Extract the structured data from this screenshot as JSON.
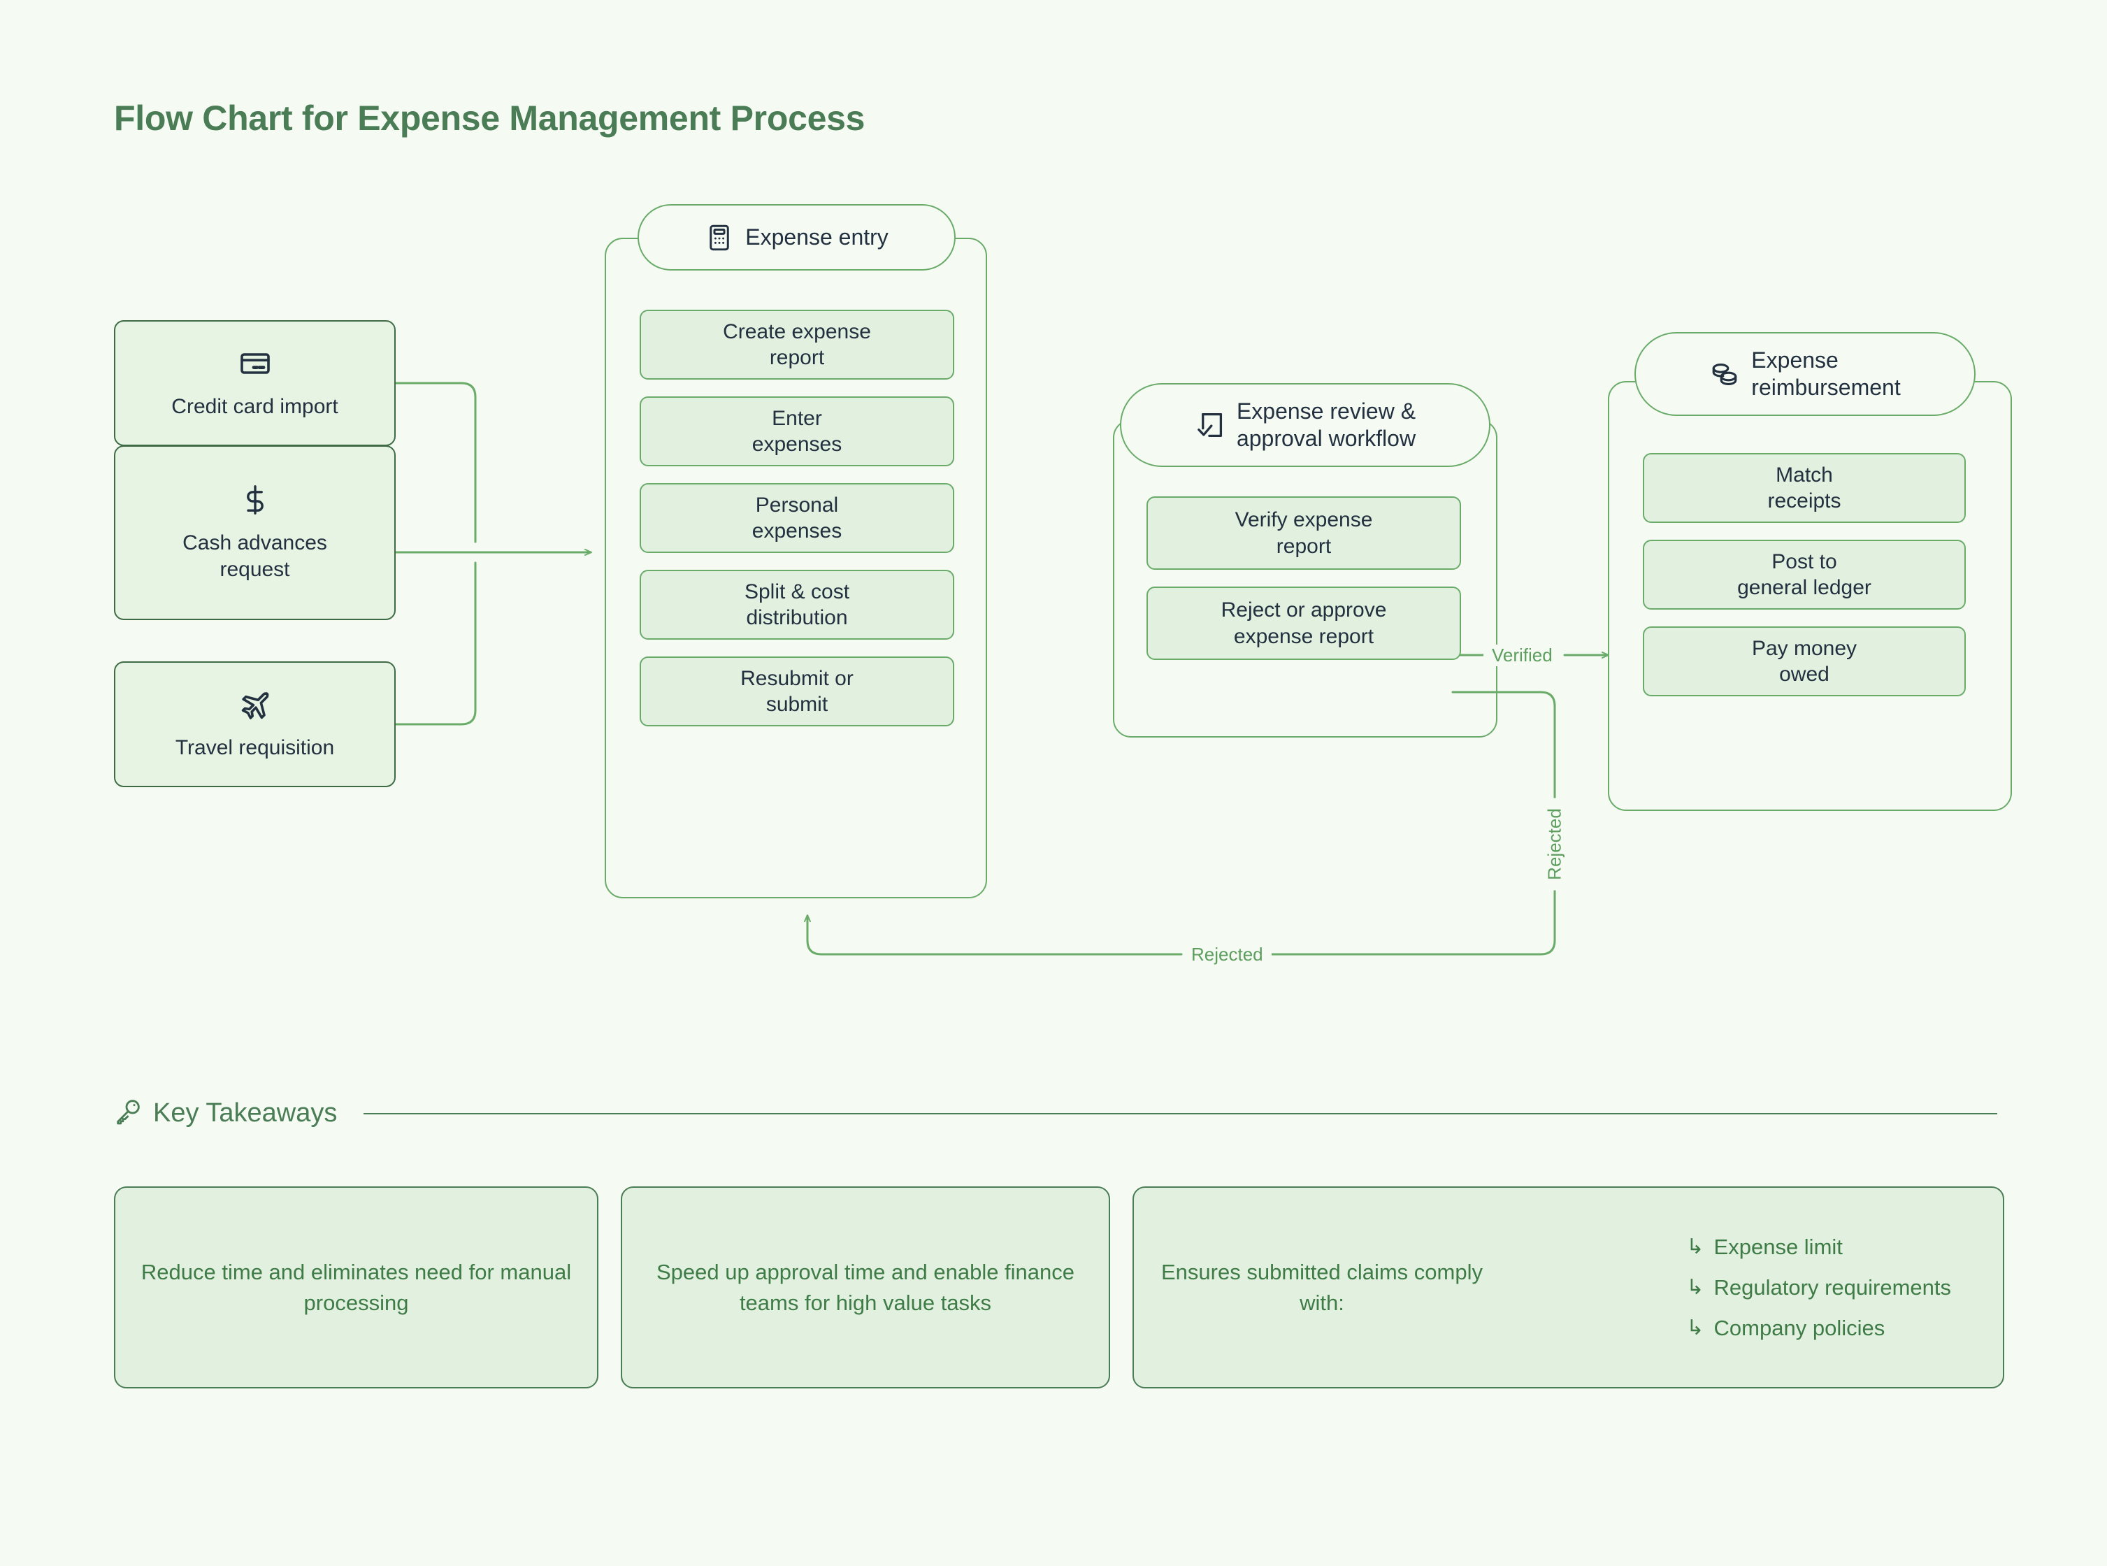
{
  "title": "Flow Chart for Expense Management Process",
  "colors": {
    "page_background": "#f5fbf3",
    "title_green": "#4a7c55",
    "panel_border_green": "#6aab6a",
    "box_fill_green": "#e2f1df",
    "source_fill_green": "#e7f4e4",
    "dark_text": "#22303f",
    "edge_label_green": "#5d9e5f"
  },
  "sources": [
    {
      "label": "Credit card import",
      "icon": "credit-card-icon"
    },
    {
      "label": "Cash advances\nrequest",
      "icon": "dollar-sign-icon"
    },
    {
      "label": "Travel requisition",
      "icon": "airplane-icon"
    }
  ],
  "groups": [
    {
      "key": "expense-entry",
      "header": "Expense entry",
      "icon": "calculator-icon",
      "items": [
        "Create expense\nreport",
        "Enter\nexpenses",
        "Personal\nexpenses",
        "Split & cost\ndistribution",
        "Resubmit or\nsubmit"
      ]
    },
    {
      "key": "expense-review",
      "header": "Expense review &\napproval workflow",
      "icon": "check-square-icon",
      "items": [
        "Verify expense\nreport",
        "Reject or approve\nexpense report"
      ]
    },
    {
      "key": "expense-reimbursement",
      "header": "Expense\nreimbursement",
      "icon": "coins-icon",
      "items": [
        "Match\nreceipts",
        "Post to\ngeneral ledger",
        "Pay money\nowed"
      ]
    }
  ],
  "edges": {
    "verified": "Verified",
    "rejected_vertical": "Rejected",
    "rejected_loop": "Rejected"
  },
  "key_takeaways": {
    "title": "Key Takeaways",
    "icon": "key-icon",
    "cards": [
      {
        "text": "Reduce time and eliminates need for manual processing"
      },
      {
        "text": "Speed up approval time and enable finance teams for high value tasks"
      },
      {
        "text": "Ensures submitted claims comply with:",
        "bullets": [
          "Expense limit",
          "Regulatory requirements",
          "Company policies"
        ],
        "bullet_icon": "arrow-turn-down-right-icon"
      }
    ]
  }
}
